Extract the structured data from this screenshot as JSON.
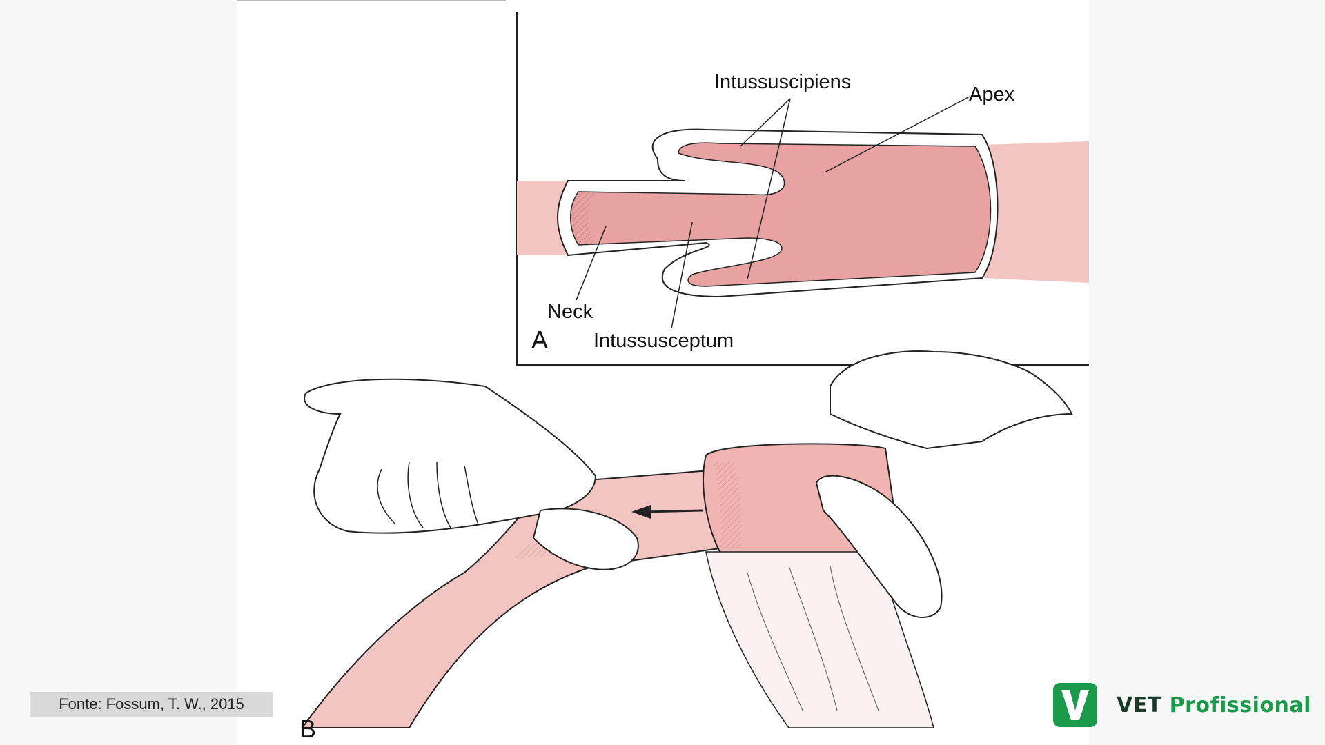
{
  "diagram": {
    "panel_a": {
      "letter": "A",
      "labels": {
        "intussuscipiens": "Intussuscipiens",
        "apex": "Apex",
        "neck": "Neck",
        "intussusceptum": "Intussusceptum"
      }
    },
    "panel_b": {
      "letter": "B"
    }
  },
  "caption": {
    "source": "Fonte: Fossum, T. W., 2015"
  },
  "brand": {
    "mark_letter": "V",
    "word_1": "VET",
    "word_2": "Profissional",
    "colors": {
      "green": "#1c9a4c",
      "dark": "#1b3a2a"
    }
  },
  "colors": {
    "bowel_pink": "#e8a2a2",
    "bowel_light": "#f2c4c2"
  }
}
